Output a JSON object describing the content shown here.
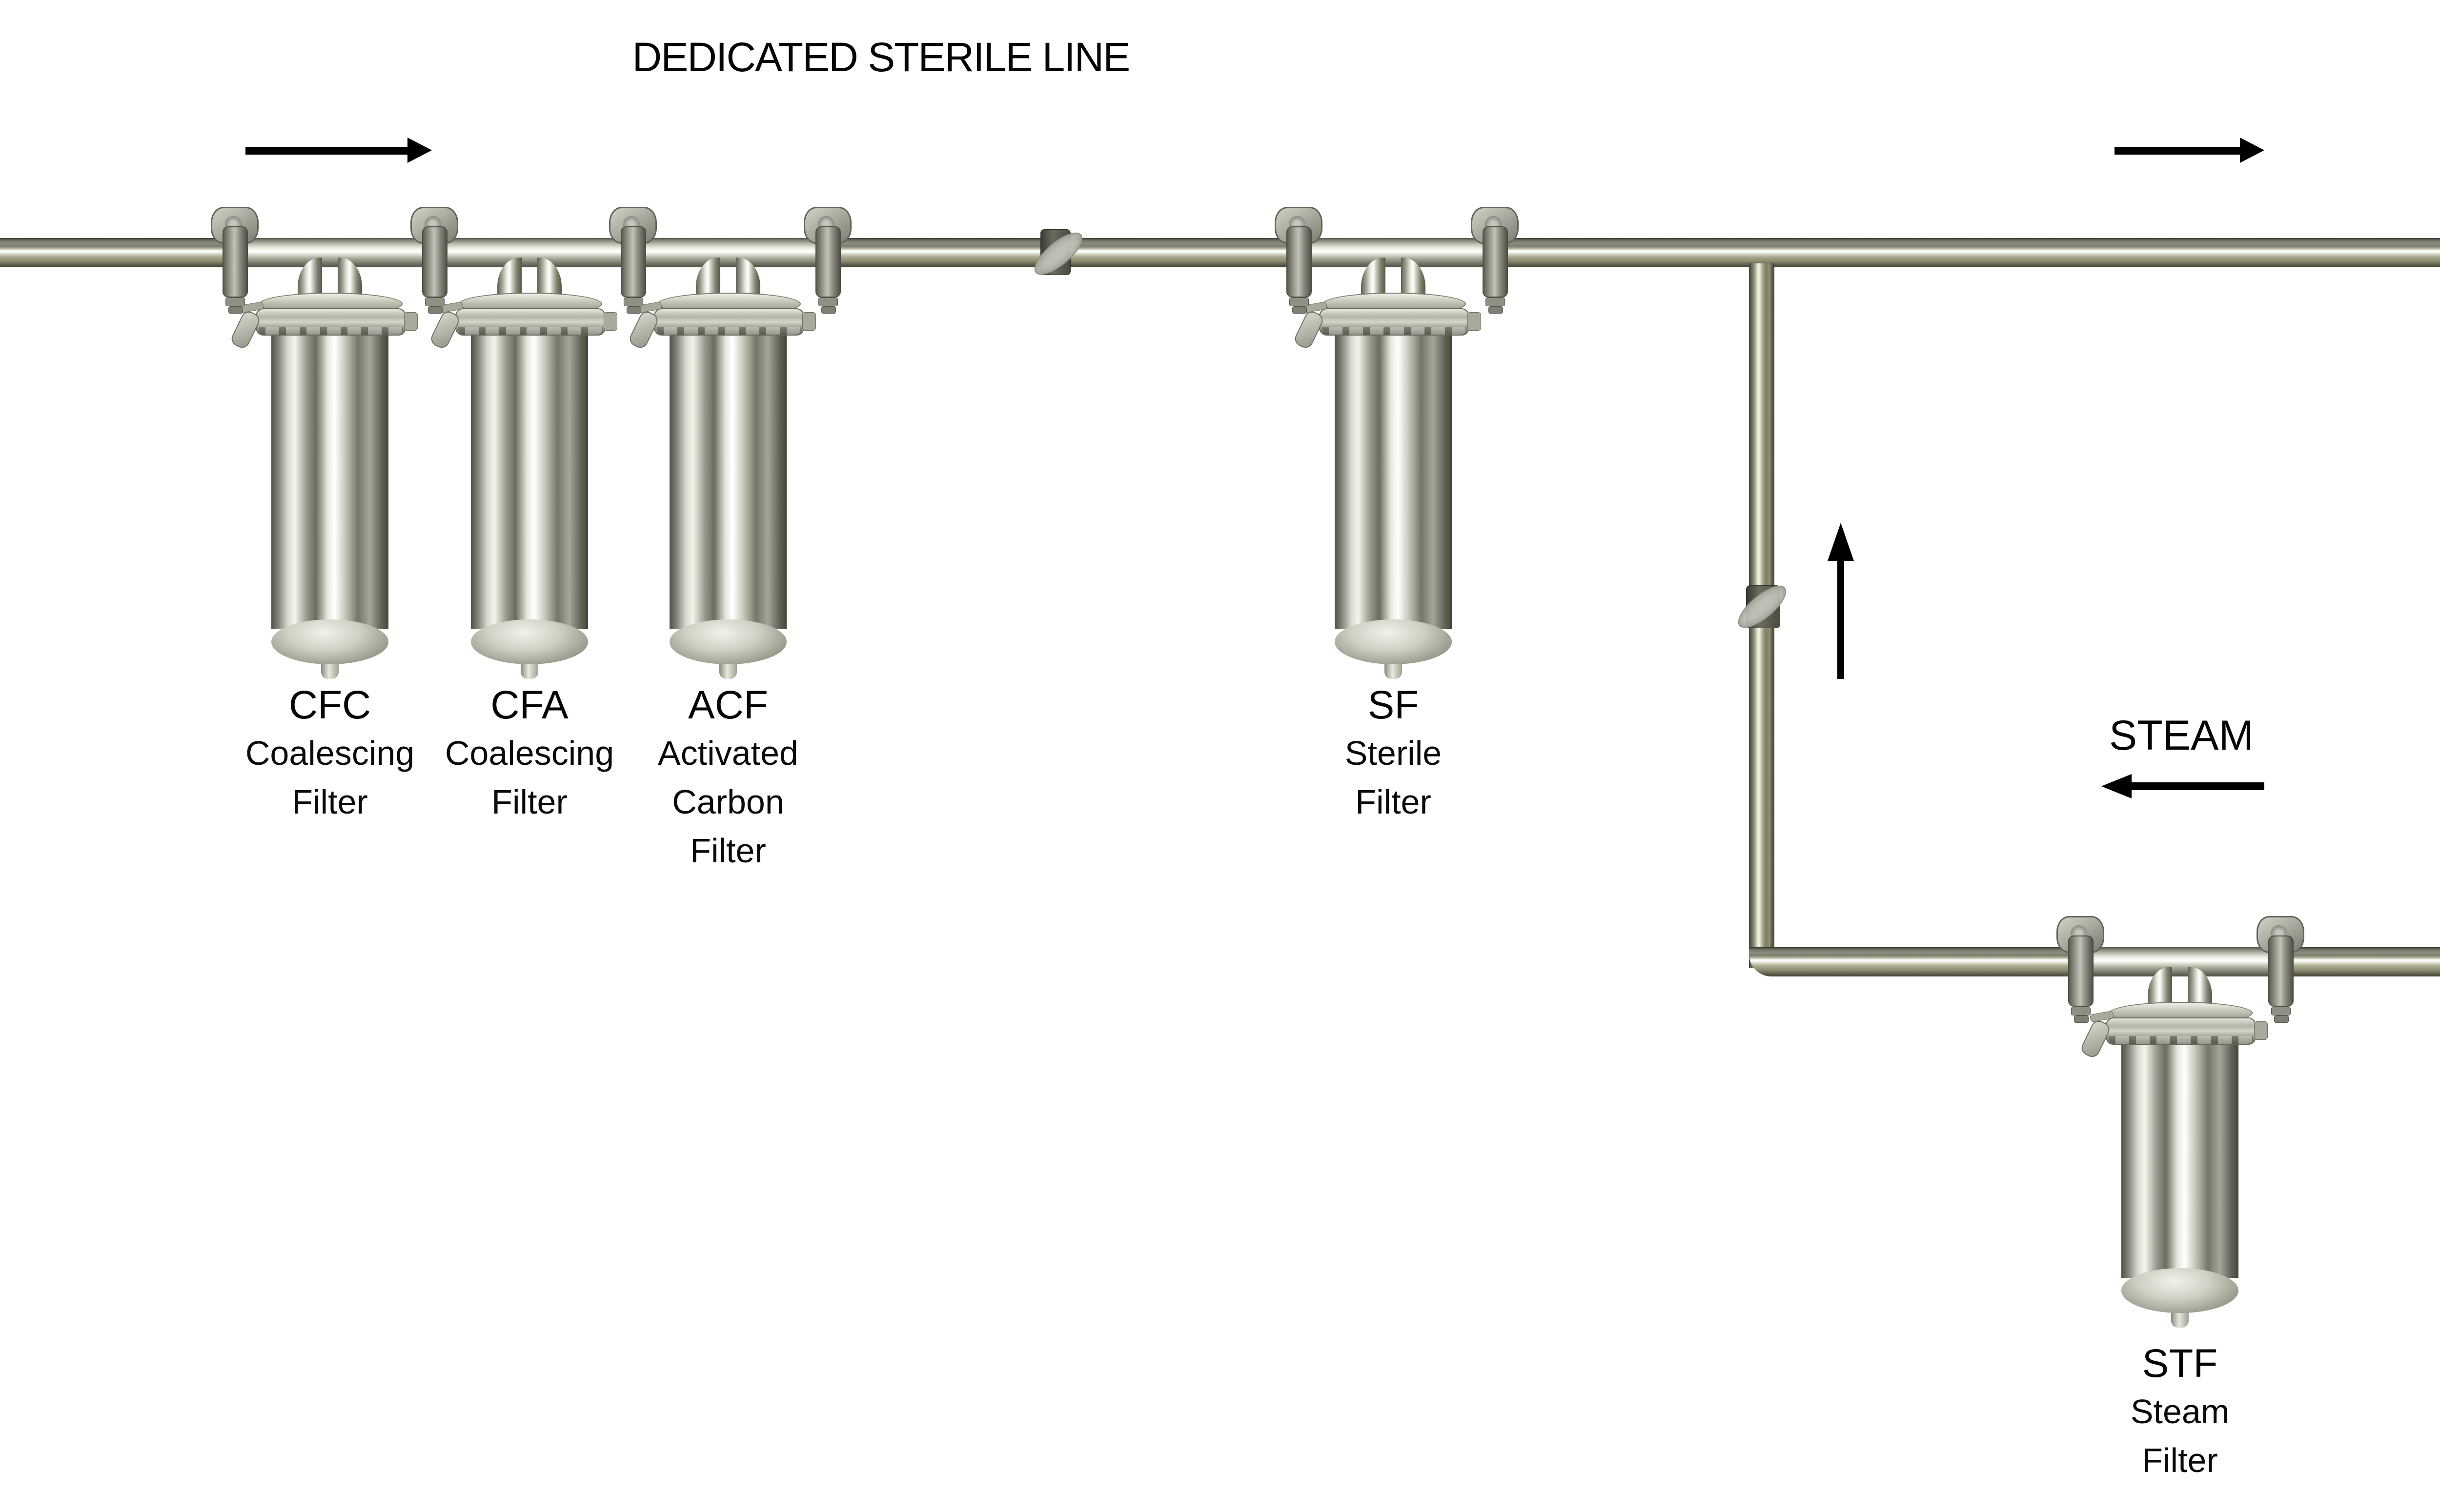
{
  "title": "DEDICATED STERILE LINE",
  "labels": {
    "steam": "STEAM"
  },
  "filters": [
    {
      "code": "CFC",
      "name_lines": [
        "Coalescing",
        "Filter"
      ]
    },
    {
      "code": "CFA",
      "name_lines": [
        "Coalescing",
        "Filter"
      ]
    },
    {
      "code": "ACF",
      "name_lines": [
        "Activated",
        "Carbon",
        "Filter"
      ]
    },
    {
      "code": "SF",
      "name_lines": [
        "Sterile",
        "Filter"
      ]
    },
    {
      "code": "STF",
      "name_lines": [
        "Steam",
        "Filter"
      ]
    }
  ],
  "flow_arrows": [
    {
      "name": "inlet-flow-arrow",
      "direction": "right"
    },
    {
      "name": "outlet-flow-arrow",
      "direction": "right"
    },
    {
      "name": "branch-up-flow-arrow",
      "direction": "up"
    },
    {
      "name": "steam-flow-arrow",
      "direction": "left"
    }
  ],
  "colors": {
    "background": "#ffffff",
    "text": "#050505",
    "pipe_olive": "#8e8e72",
    "pipe_dark_edge": "#3e3e33",
    "metal_bright": "#f2f2ea",
    "metal_mid": "#a8a89c",
    "valve_handle": "#c8c8c0"
  }
}
